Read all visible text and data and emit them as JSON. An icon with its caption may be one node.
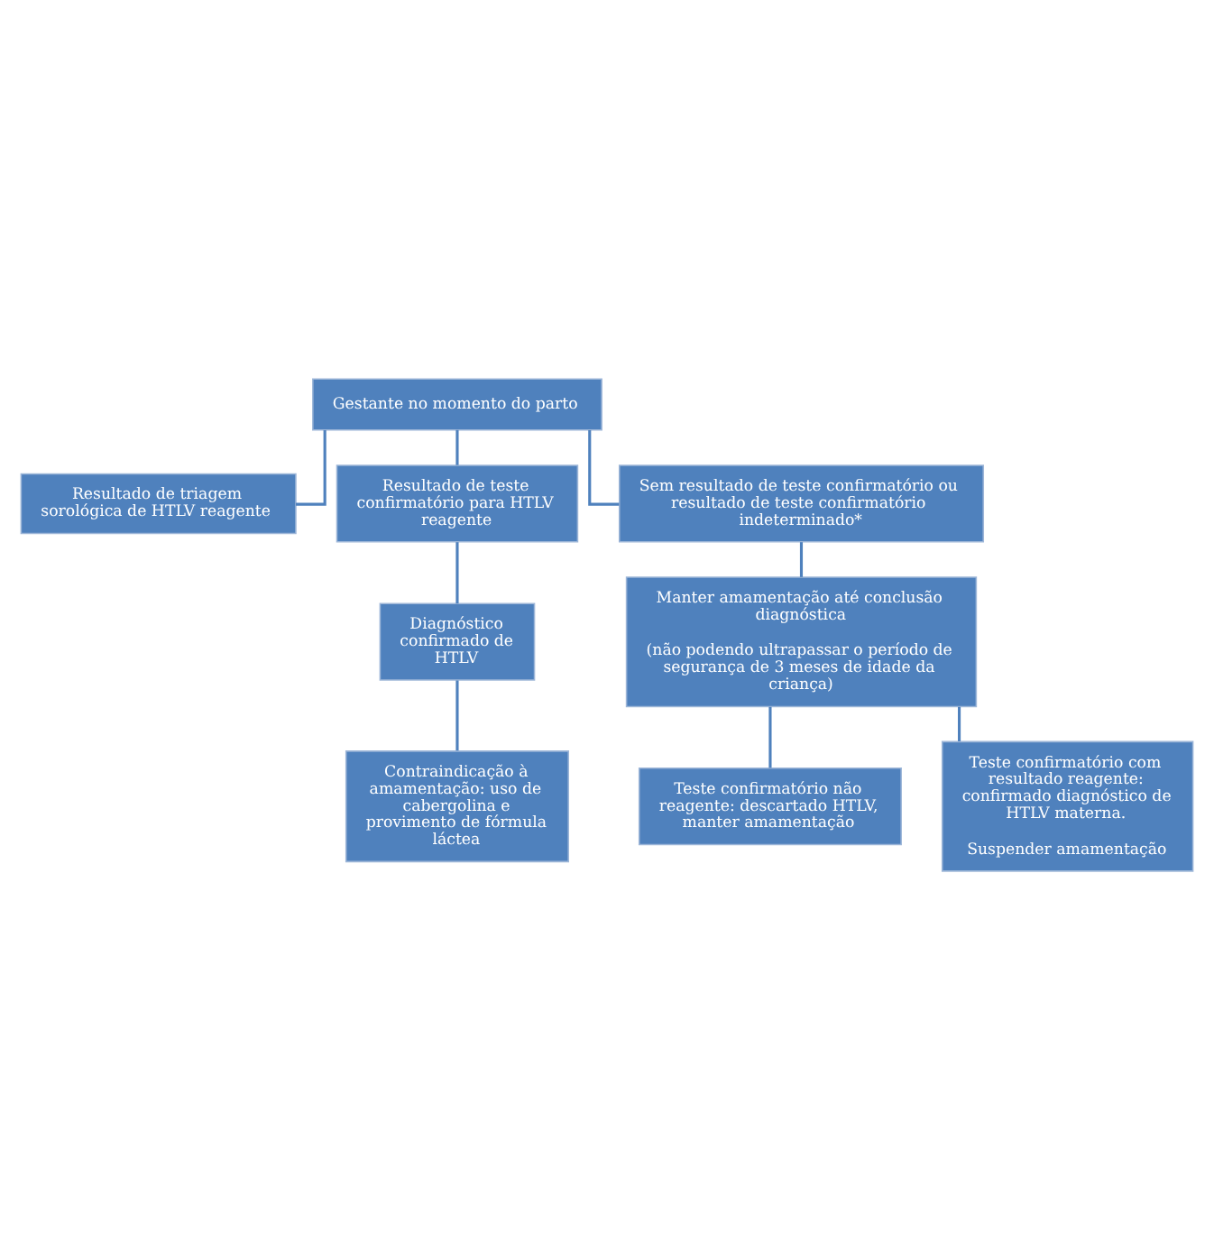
{
  "diagram": {
    "nodes": [
      {
        "text": [
          "Gestante no momento do parto"
        ]
      },
      {
        "text": [
          "Resultado de triagem sorológica de HTLV reagente"
        ]
      },
      {
        "text": [
          "Resultado de teste confirmatório para HTLV reagente"
        ]
      },
      {
        "text": [
          "Sem resultado de teste confirmatório ou resultado de teste confirmatório indeterminado*"
        ]
      },
      {
        "text": [
          "Diagnóstico confirmado de HTLV"
        ]
      },
      {
        "text": [
          "Manter amamentação até conclusão diagnóstica",
          "(não podendo ultrapassar o período de segurança de 3 meses de idade da criança)"
        ]
      },
      {
        "text": [
          "Contraindicação à amamentação: uso de cabergolina e provimento de fórmula láctea"
        ]
      },
      {
        "text": [
          "Teste confirmatório não reagente: descartado HTLV, manter amamentação"
        ]
      },
      {
        "text": [
          "Teste confirmatório com resultado reagente: confirmado diagnóstico de HTLV materna.",
          "Suspender amamentação"
        ]
      }
    ],
    "edges": [
      {
        "from": 0,
        "to": 1,
        "arrow": "none"
      },
      {
        "from": 0,
        "to": 2,
        "arrow": "none"
      },
      {
        "from": 0,
        "to": 3,
        "arrow": "none"
      },
      {
        "from": 2,
        "to": 4,
        "arrow": "none"
      },
      {
        "from": 3,
        "to": 5,
        "arrow": "none"
      },
      {
        "from": 4,
        "to": 6,
        "arrow": "none"
      },
      {
        "from": 5,
        "to": 7,
        "arrow": "none"
      },
      {
        "from": 5,
        "to": 8,
        "arrow": "none"
      }
    ]
  }
}
